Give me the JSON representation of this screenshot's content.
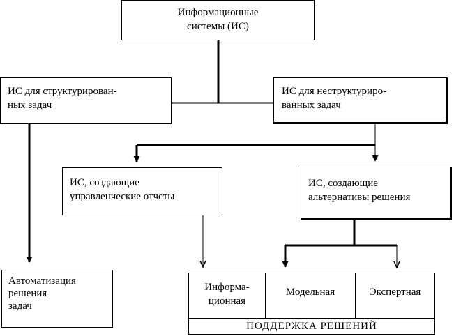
{
  "nodes": {
    "root": {
      "line1": "Информационные",
      "line2": "системы (ИС)"
    },
    "structured": {
      "line1": "ИС для структурирован-",
      "line2": "ных задач"
    },
    "unstructured": {
      "line1": "ИС для неструктуриро-",
      "line2": "ванных задач"
    },
    "reports": {
      "line1": "ИС, создающие",
      "line2": "управленческие отчеты"
    },
    "alternatives": {
      "line1": "ИС, создающие",
      "line2": "альтернативы решения"
    },
    "automation": {
      "line1": "Автоматизация",
      "line2": "решения",
      "line3": "задач"
    },
    "informational": {
      "line1": "Информа-",
      "line2": "ционная"
    },
    "model": {
      "label": "Модельная"
    },
    "expert": {
      "label": "Экспертная"
    }
  },
  "support_caption": "ПОДДЕРЖКА РЕШЕНИЙ"
}
